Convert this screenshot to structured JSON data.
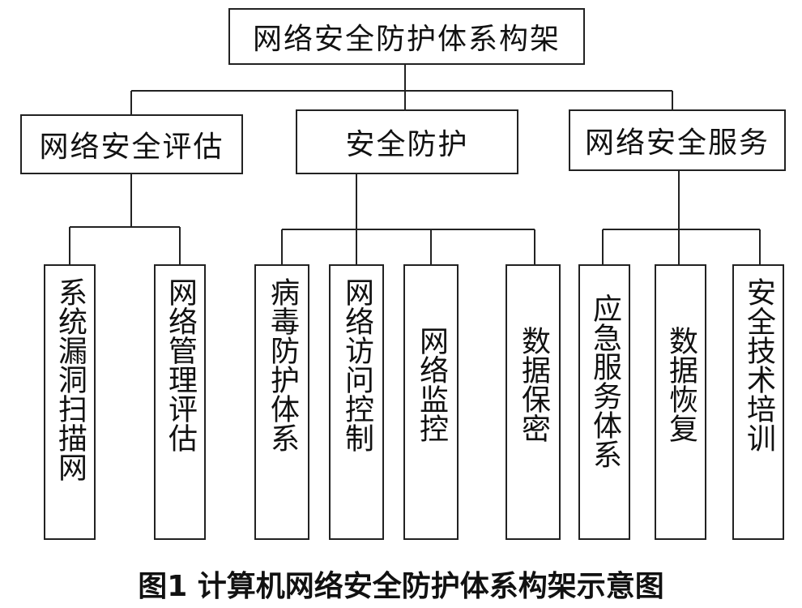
{
  "diagram": {
    "root": "网络安全防护体系构架",
    "categories": [
      {
        "title": "网络安全评估",
        "items": [
          "系统漏洞扫描网",
          "网络管理评估"
        ]
      },
      {
        "title": "安全防护",
        "items": [
          "病毒防护体系",
          "网络访问控制",
          "网络监控",
          "数据保密"
        ]
      },
      {
        "title": "网络安全服务",
        "items": [
          "应急服务体系",
          "数据恢复",
          "安全技术培训"
        ]
      }
    ]
  },
  "caption": "图1  计算机网络安全防护体系构架示意图"
}
